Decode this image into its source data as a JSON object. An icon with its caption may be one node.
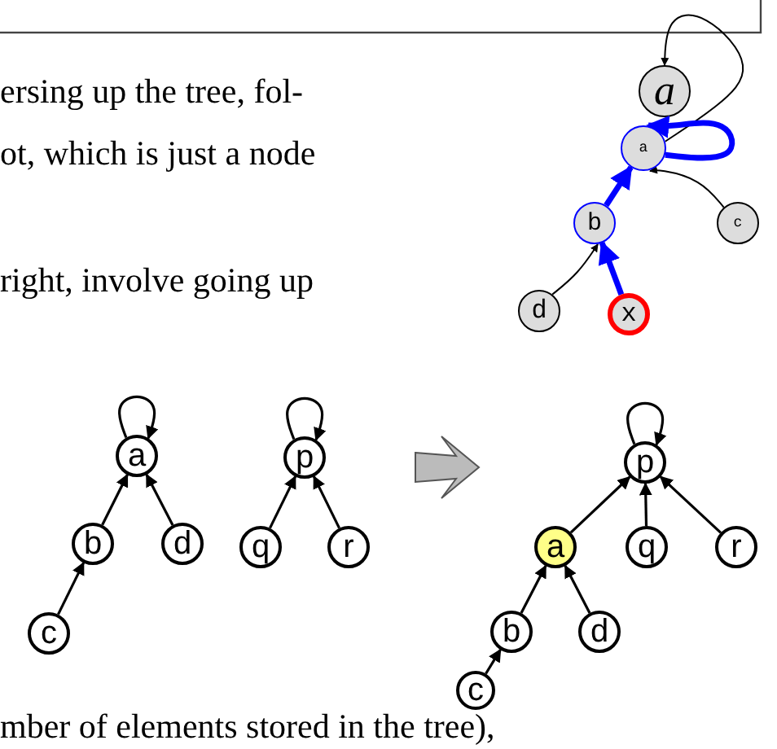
{
  "diagram": {
    "nodes": [
      {
        "text": [
          "a"
        ]
      },
      {
        "text": [
          "a"
        ]
      },
      {
        "text": [
          "b"
        ]
      },
      {
        "text": [
          "c"
        ]
      },
      {
        "text": [
          "d"
        ]
      },
      {
        "text": [
          "x"
        ]
      },
      {
        "text": [
          "a"
        ]
      },
      {
        "text": [
          "b"
        ]
      },
      {
        "text": [
          "d"
        ]
      },
      {
        "text": [
          "c"
        ]
      },
      {
        "text": [
          "p"
        ]
      },
      {
        "text": [
          "q"
        ]
      },
      {
        "text": [
          "r"
        ]
      },
      {
        "text": [
          "p"
        ]
      },
      {
        "text": [
          "a"
        ]
      },
      {
        "text": [
          "q"
        ]
      },
      {
        "text": [
          "r"
        ]
      },
      {
        "text": [
          "b"
        ]
      },
      {
        "text": [
          "d"
        ]
      },
      {
        "text": [
          "c"
        ]
      }
    ],
    "edges": [
      {
        "from": 1,
        "to": 0,
        "arrow": "to"
      },
      {
        "from": 1,
        "to": 1,
        "arrow": "to",
        "style": "thick",
        "color": "#0000ff"
      },
      {
        "from": 2,
        "to": 1,
        "arrow": "to",
        "style": "thick",
        "color": "#0000ff"
      },
      {
        "from": 3,
        "to": 1,
        "arrow": "to"
      },
      {
        "from": 4,
        "to": 2,
        "arrow": "to"
      },
      {
        "from": 5,
        "to": 2,
        "arrow": "to",
        "style": "thick",
        "color": "#0000ff"
      },
      {
        "from": 6,
        "to": 6,
        "arrow": "to"
      },
      {
        "from": 7,
        "to": 6,
        "arrow": "to"
      },
      {
        "from": 8,
        "to": 6,
        "arrow": "to"
      },
      {
        "from": 9,
        "to": 7,
        "arrow": "to"
      },
      {
        "from": 10,
        "to": 10,
        "arrow": "to"
      },
      {
        "from": 11,
        "to": 10,
        "arrow": "to"
      },
      {
        "from": 12,
        "to": 10,
        "arrow": "to"
      },
      {
        "from": 13,
        "to": 13,
        "arrow": "to"
      },
      {
        "from": 14,
        "to": 13,
        "arrow": "to"
      },
      {
        "from": 15,
        "to": 13,
        "arrow": "to"
      },
      {
        "from": 16,
        "to": 13,
        "arrow": "to"
      },
      {
        "from": 17,
        "to": 14,
        "arrow": "to"
      },
      {
        "from": 18,
        "to": 14,
        "arrow": "to"
      },
      {
        "from": 19,
        "to": 17,
        "arrow": "to"
      }
    ],
    "labels": [
      "ersing up the tree, fol-",
      "ot, which is just a node",
      "right, involve going up",
      "mber of elements stored in the tree),"
    ]
  }
}
